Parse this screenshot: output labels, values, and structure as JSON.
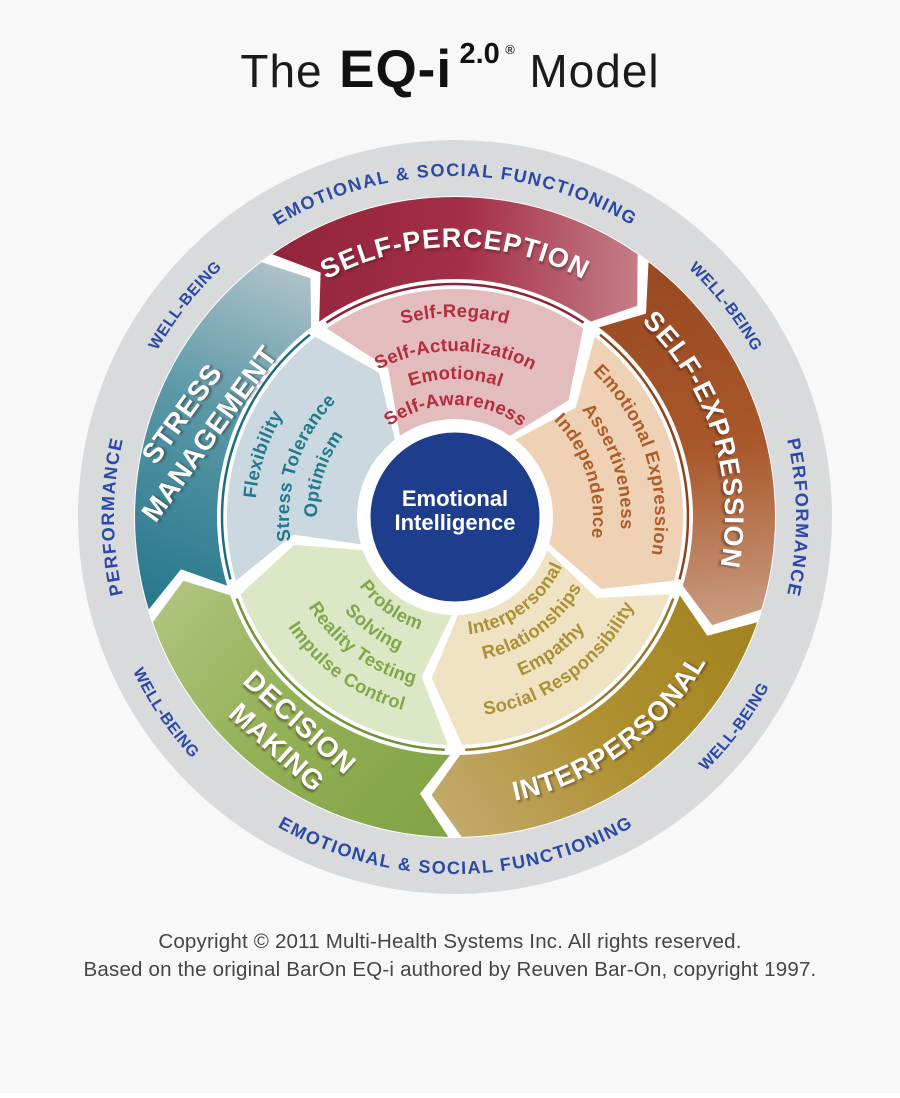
{
  "page": {
    "background": "#F8F8F8"
  },
  "title": {
    "pre": "The",
    "brand": "EQ-i",
    "sup": "2.0",
    "reg": "®",
    "post": "Model"
  },
  "ring": {
    "fill": "#D9DADC",
    "label_color": "#2A49A5",
    "top_arc": "EMOTIONAL & SOCIAL FUNCTIONING",
    "bottom_arc": "EMOTIONAL & SOCIAL FUNCTIONING",
    "performance_left": "PERFORMANCE",
    "performance_right": "PERFORMANCE",
    "well_being_top_left": "WELL-BEING",
    "well_being_top_right": "WELL-BEING",
    "well_being_bottom_left": "WELL-BEING",
    "well_being_bottom_right": "WELL-BEING"
  },
  "center": {
    "line1": "Emotional",
    "line2": "Intelligence",
    "fill": "#1E3D8C",
    "text_color": "#FFFFFF"
  },
  "wedges": {
    "self_perception": {
      "label": "SELF-PERCEPTION",
      "band_gradient": [
        "#93243C",
        "#C57F88"
      ],
      "inner_fill": "#E3BCBE",
      "accent": "#8E2138",
      "item_color": "#B42C3B",
      "lines": [
        "Self-Regard",
        "Self-Actualization",
        "Emotional",
        "Self-Awareness"
      ]
    },
    "self_expression": {
      "label": "SELF-EXPRESSION",
      "band_gradient": [
        "#9A4A21",
        "#C99C80"
      ],
      "inner_fill": "#EFD2B6",
      "accent": "#8F431C",
      "item_color": "#AE5C28",
      "lines": [
        "Emotional Expression",
        "Assertiveness",
        "Independence"
      ]
    },
    "interpersonal": {
      "label": "INTERPERSONAL",
      "band_gradient": [
        "#A3831F",
        "#C2A96B"
      ],
      "inner_fill": "#F0E3C4",
      "accent": "#93782A",
      "item_color": "#AB9034",
      "lines": [
        "Interpersonal",
        "Relationships",
        "Empathy",
        "Social Responsibility"
      ]
    },
    "decision_making": {
      "label_lines": [
        "DECISION",
        "MAKING"
      ],
      "band_gradient": [
        "#AFC37D",
        "#81A345"
      ],
      "inner_fill": "#DCE7C6",
      "accent": "#6F9139",
      "item_color": "#82A74A",
      "lines": [
        "Problem",
        "Solving",
        "Reality Testing",
        "Impulse Control"
      ]
    },
    "stress_management": {
      "label_lines": [
        "STRESS",
        "MANAGEMENT"
      ],
      "band_gradient": [
        "#28798D",
        "#AEC2CB"
      ],
      "inner_fill": "#CBD8DF",
      "accent": "#1D6C80",
      "item_color": "#20798D",
      "lines": [
        "Flexibility",
        "Stress Tolerance",
        "Optimism"
      ]
    }
  },
  "footer": {
    "line1": "Copyright © 2011 Multi-Health Systems Inc. All rights reserved.",
    "line2": "Based on the original BarOn EQ-i authored by Reuven Bar-On, copyright 1997."
  }
}
